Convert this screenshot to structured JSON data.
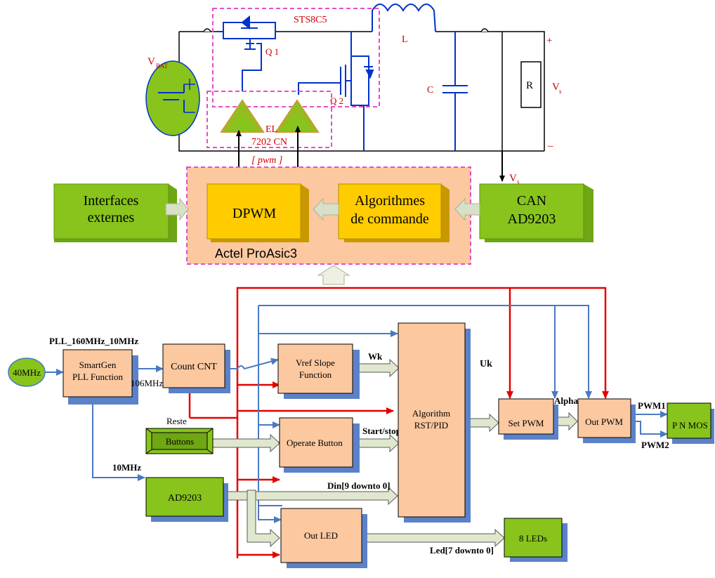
{
  "circuit": {
    "vbat": "V",
    "vbat_sub": "BAT",
    "mosfet_label": "STS8C5",
    "q1": "Q 1",
    "q2": "Q 2",
    "inductor": "L",
    "capacitor": "C",
    "resistor": "R",
    "vs": "V",
    "vs_sub": "s",
    "plus": "+",
    "minus": "–",
    "driver_label_1": "EL",
    "driver_label_2": "7202 CN",
    "pwm_label": "[ pwm ]",
    "vs_feedback": "V",
    "vs_feedback_sub": "s"
  },
  "fpga": {
    "name": "Actel ProAsic3",
    "interfaces_1": "Interfaces",
    "interfaces_2": "externes",
    "dpwm": "DPWM",
    "algo_1": "Algorithmes",
    "algo_2": "de commande",
    "can_1": "CAN",
    "can_2": "AD9203"
  },
  "blocks": {
    "osc": "40MHz",
    "pll_title": "PLL_160MHz_10MHz",
    "pll_1": "SmartGen",
    "pll_2": "PLL Function",
    "count": "Count CNT",
    "freq_106": "106MHz",
    "freq_10": "10MHz",
    "vref_1": "Vref Slope",
    "vref_2": "Function",
    "wk": "Wk",
    "uk": "Uk",
    "reste": "Reste",
    "buttons": "Buttons",
    "operate": "Operate Button",
    "start_stop": "Start/stop",
    "algo_1": "Algorithm",
    "algo_2": "RST/PID",
    "set_pwm": "Set PWM",
    "alpha": "Alpha",
    "out_pwm": "Out PWM",
    "pwm1": "PWM1",
    "pwm2": "PWM2",
    "pnmos": "P N MOS",
    "ad9203": "AD9203",
    "din": "Din[9 downto 0]",
    "out_led": "Out LED",
    "led_bus": "Led[7 downto 0]",
    "leds": "8 LEDs"
  },
  "colors": {
    "pink": "#e64fc1",
    "red": "#e60000",
    "blue": "#4a79c0",
    "circuit_blue": "#0033cc",
    "orange_block": "#fbc8a0",
    "green_block": "#88c41c",
    "dpwm": "#ffcc00",
    "shadow": "#5b82c8"
  }
}
